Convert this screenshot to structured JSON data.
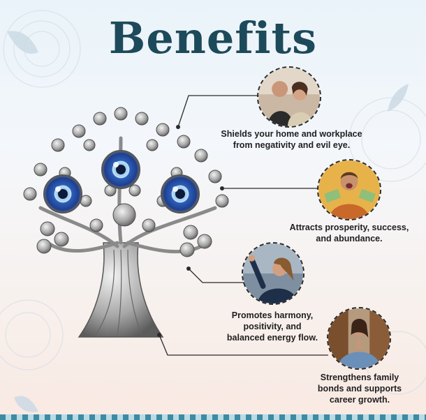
{
  "title": "Benefits",
  "benefits": [
    {
      "lines": [
        "Shields your home and workplace",
        "from negativity and evil eye."
      ],
      "photo_icon": "couple-photo-icon"
    },
    {
      "lines": [
        "Attracts prosperity, success,",
        "and abundance."
      ],
      "photo_icon": "money-photo-icon"
    },
    {
      "lines": [
        "Promotes harmony,",
        "positivity, and",
        "balanced energy flow."
      ],
      "photo_icon": "celebrating-woman-photo-icon"
    },
    {
      "lines": [
        "Strengthens family",
        "bonds and supports",
        "career growth."
      ],
      "photo_icon": "praying-woman-photo-icon"
    }
  ],
  "colors": {
    "title": "#1d4a5a",
    "eye_blue": "#2e5fb8",
    "silver": "#a3a3a3"
  }
}
